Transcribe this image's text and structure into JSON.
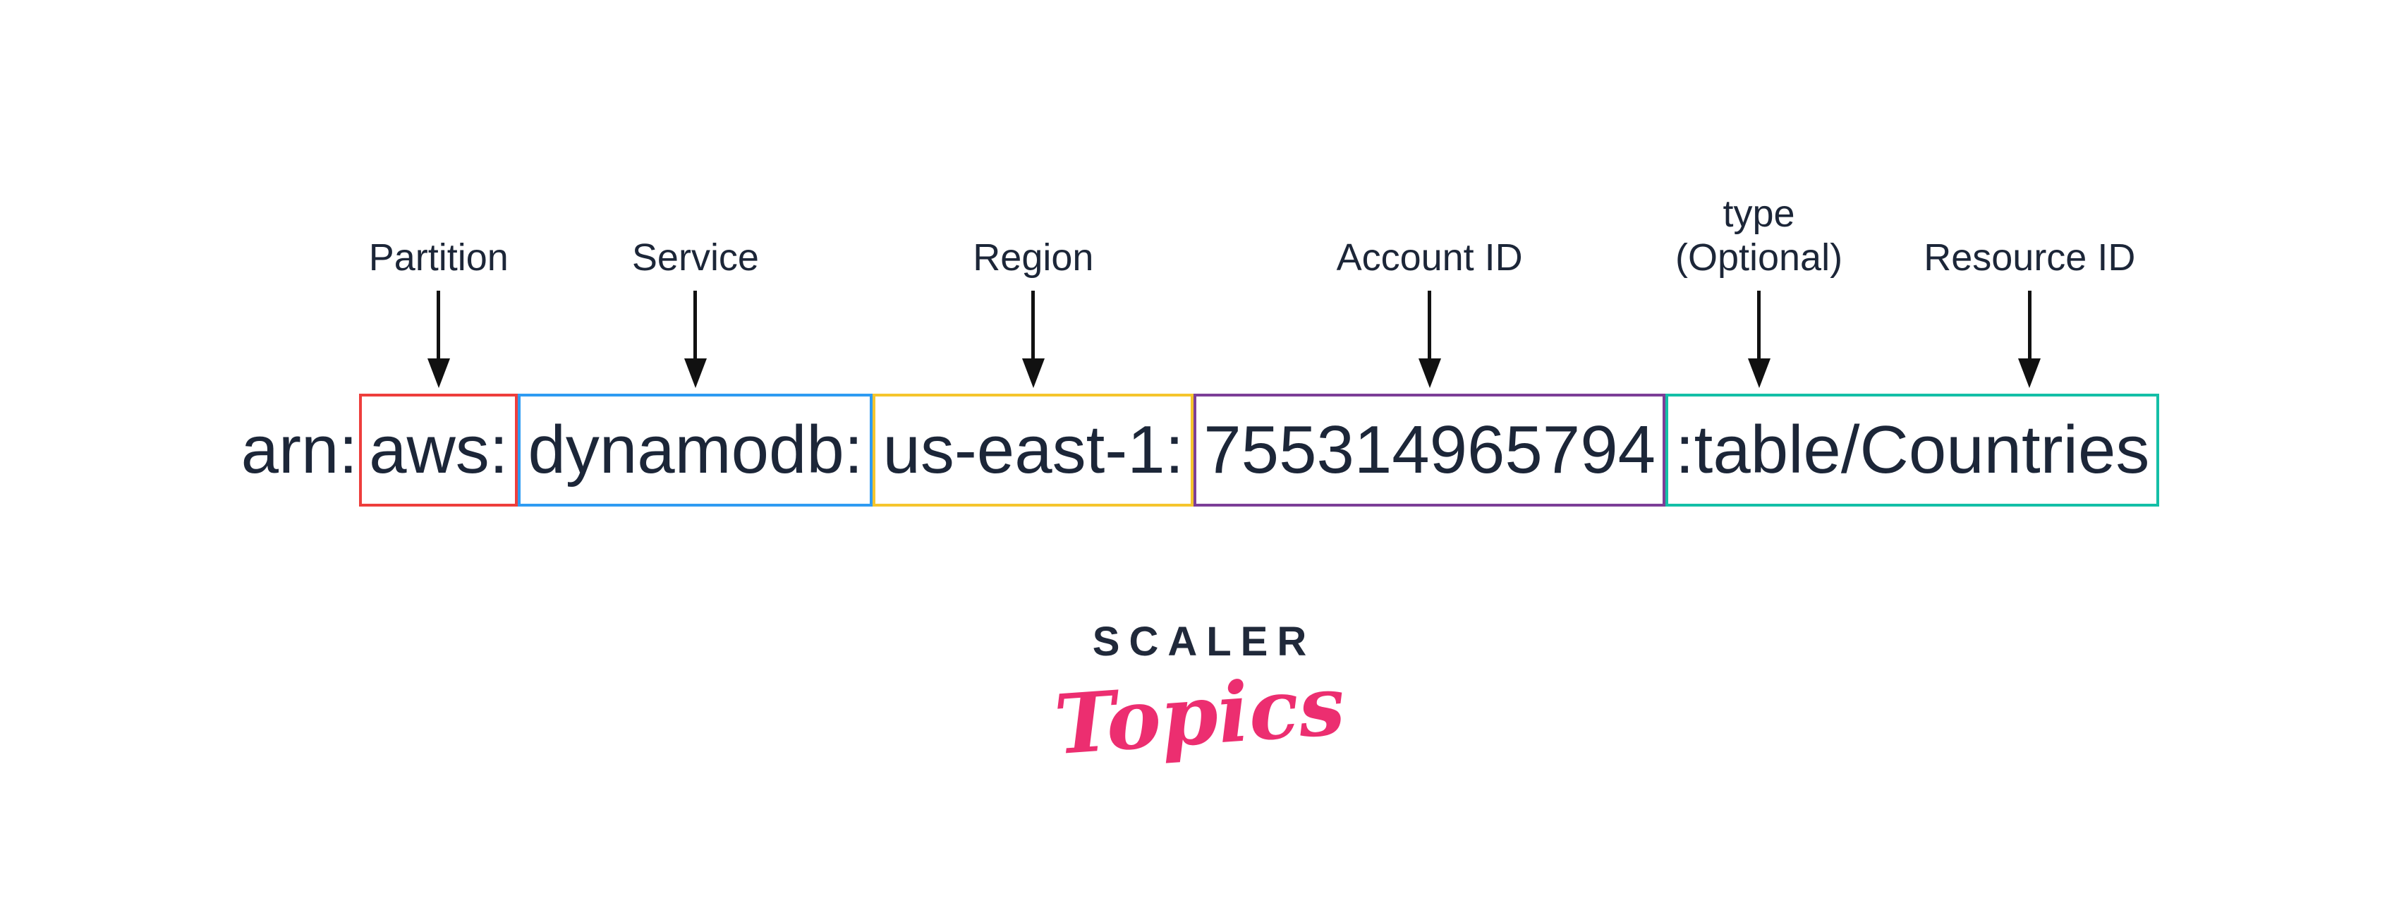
{
  "diagram": {
    "arn_full": "arn:aws:dynamodb:us-east-1:755314965794:table/Countries",
    "prefix": "arn:",
    "segments": [
      {
        "label": "Partition",
        "text": "aws:",
        "color": "#EE3E3C"
      },
      {
        "label": "Service",
        "text": "dynamodb:",
        "color": "#2E9BF2"
      },
      {
        "label": "Region",
        "text": "us-east-1:",
        "color": "#F5C52D"
      },
      {
        "label": "Account ID",
        "text": "755314965794",
        "color": "#7C3E97"
      },
      {
        "label_type_line1": "type",
        "label_type_line2": "(Optional)",
        "label_resource": "Resource ID",
        "text": ":table/Countries",
        "color": "#14BFA7"
      }
    ]
  },
  "logo": {
    "primary": "SCALER",
    "secondary": "Topics"
  },
  "colors": {
    "background": "#FFFFFF",
    "text": "#1C2638",
    "arrow": "#111111",
    "partition_box": "#EE3E3C",
    "service_box": "#2E9BF2",
    "region_box": "#F5C52D",
    "account_box": "#7C3E97",
    "resource_box": "#14BFA7",
    "logo_primary": "#20293A",
    "logo_secondary": "#EC2E70"
  }
}
